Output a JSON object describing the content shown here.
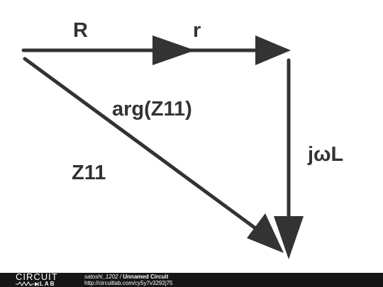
{
  "diagram": {
    "labels": {
      "R": "R",
      "r": "r",
      "arg": "arg(Z11)",
      "jwl": "jωL",
      "z11": "Z11"
    },
    "stroke_color": "#333333"
  },
  "footer": {
    "logo_top": "CIRCUIT",
    "logo_bottom": "LAB",
    "author": "satoshi_1202",
    "separator": " / ",
    "title": "Unnamed Circuit",
    "url": "http://circuitlab.com/cy5y7v3292j75",
    "background": "#161616"
  }
}
